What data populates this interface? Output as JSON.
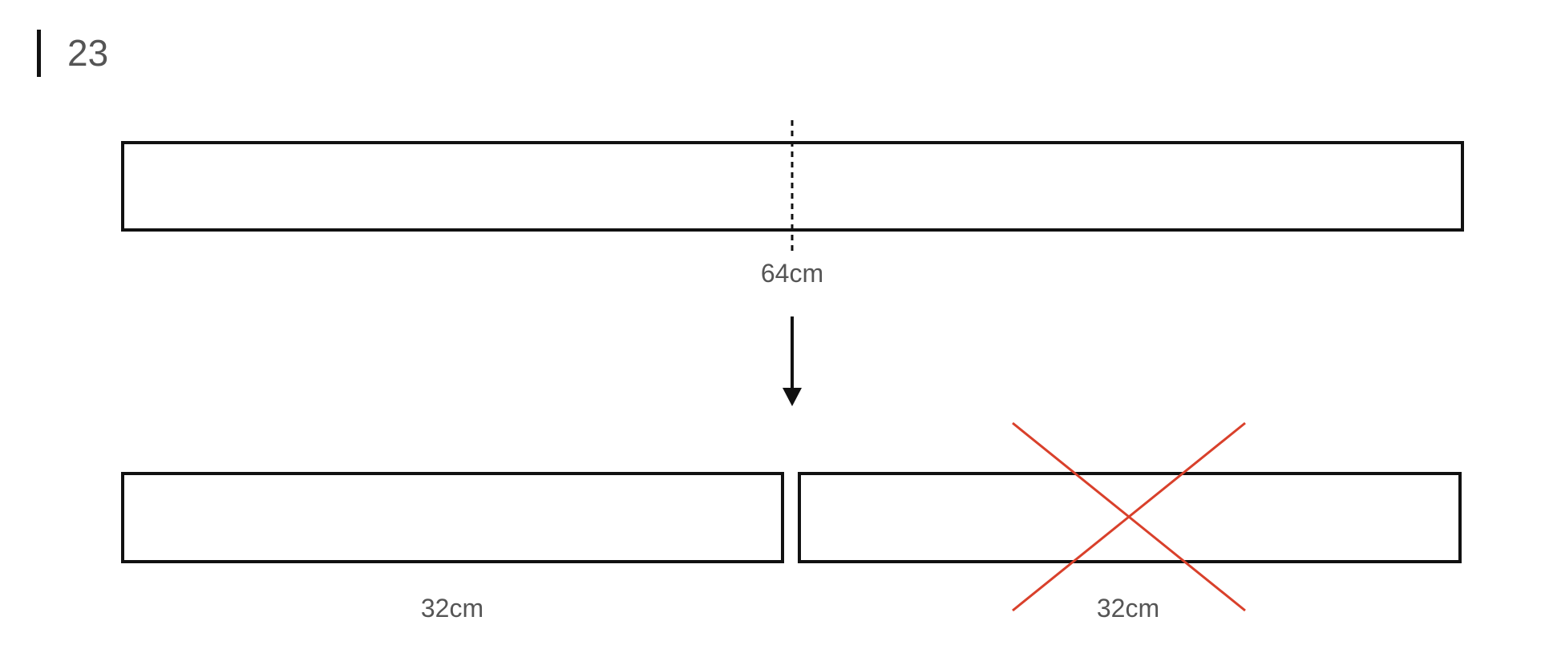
{
  "page": {
    "number": "23"
  },
  "diagram": {
    "original_length_label": "64cm",
    "piece_left_label": "32cm",
    "piece_right_label": "32cm"
  },
  "colors": {
    "outline": "#111111",
    "label": "#555555",
    "cross_out": "#D9402B"
  }
}
